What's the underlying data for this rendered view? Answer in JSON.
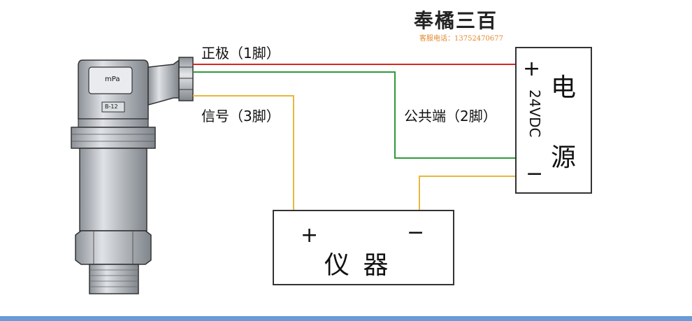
{
  "watermark": {
    "brand": "奉橘三百",
    "contact": "客服电话：13752470677"
  },
  "wires": {
    "positive_label": "正极（1脚）",
    "signal_label": "信号（3脚）",
    "common_label": "公共端（2脚）"
  },
  "power_supply": {
    "plus": "+",
    "minus": "−",
    "char1": "电",
    "char2": "源",
    "voltage": "24VDC"
  },
  "instrument": {
    "plus": "+",
    "minus": "−",
    "label": "仪 器"
  },
  "transmitter": {
    "display_text": "mPa",
    "plate_text": "B-12"
  },
  "colors": {
    "red_wire": "#d6281f",
    "green_wire": "#2f9a3a",
    "yellow_wire": "#e7b83a",
    "body_gray": "#b8bcc2",
    "bottom_bar": "#6a9bd8"
  }
}
